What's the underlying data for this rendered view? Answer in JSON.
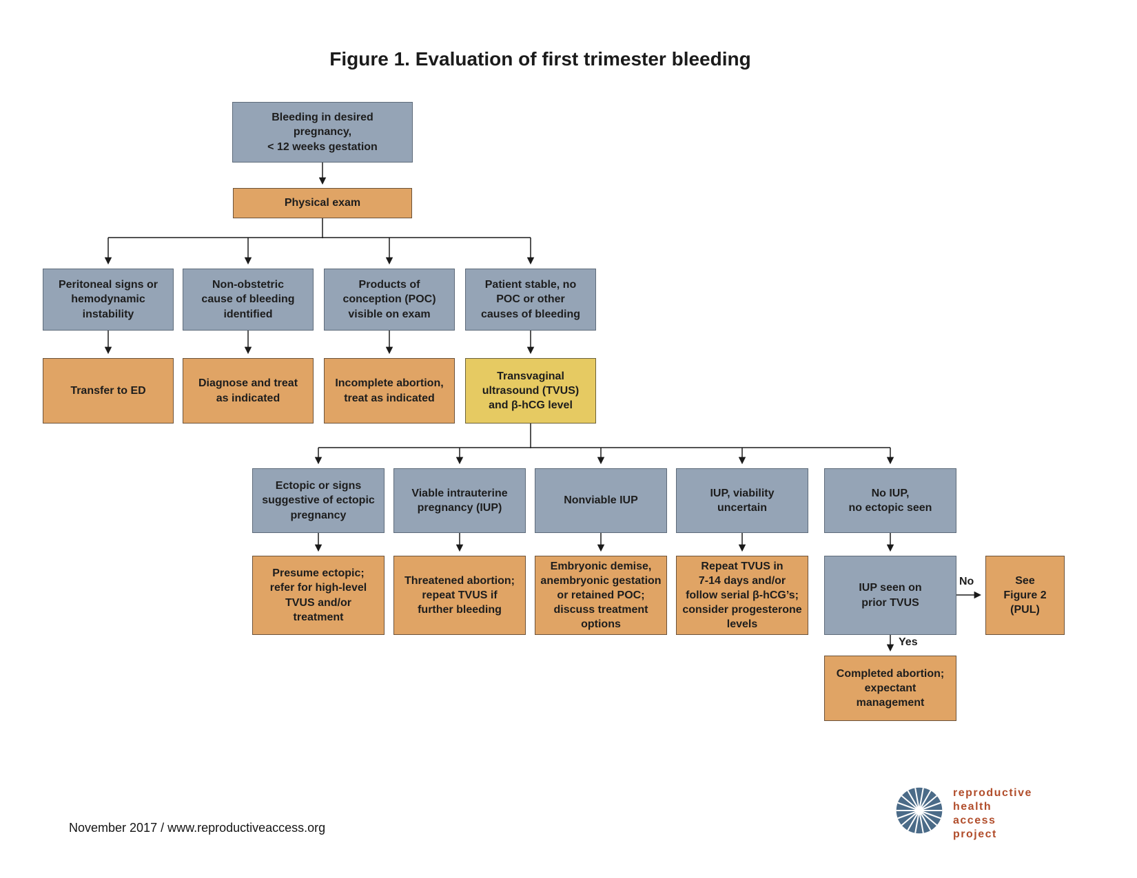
{
  "title": "Figure 1. Evaluation of first trimester bleeding",
  "nodes": {
    "start": "Bleeding in desired\npregnancy,\n< 12 weeks gestation",
    "physical_exam": "Physical exam",
    "peritoneal": "Peritoneal signs or\nhemodynamic\ninstability",
    "non_obstetric": "Non-obstetric\ncause of bleeding\nidentified",
    "poc_visible": "Products of\nconception (POC)\nvisible on exam",
    "patient_stable": "Patient stable, no\nPOC or other\ncauses of bleeding",
    "transfer_ed": "Transfer to ED",
    "diagnose_treat": "Diagnose and treat\nas indicated",
    "incomplete_abortion": "Incomplete abortion,\ntreat as indicated",
    "tvus": "Transvaginal\nultrasound (TVUS)\nand β-hCG level",
    "ectopic": "Ectopic or signs\nsuggestive of ectopic\npregnancy",
    "viable_iup": "Viable intrauterine\npregnancy (IUP)",
    "nonviable_iup": "Nonviable IUP",
    "iup_uncertain": "IUP, viability\nuncertain",
    "no_iup": "No IUP,\nno ectopic seen",
    "presume_ectopic": "Presume ectopic;\nrefer for high-level\nTVUS and/or\ntreatment",
    "threatened_abortion": "Threatened abortion;\nrepeat TVUS if\nfurther bleeding",
    "embryonic_demise": "Embryonic demise,\nanembryonic gestation\nor retained POC;\ndiscuss treatment options",
    "repeat_tvus": "Repeat TVUS in\n7-14 days and/or\nfollow serial β-hCG’s;\nconsider progesterone\nlevels",
    "iup_seen_prior": "IUP seen on\nprior TVUS",
    "see_figure2": "See\nFigure 2\n(PUL)",
    "completed_abortion": "Completed abortion;\nexpectant\nmanagement"
  },
  "edge_labels": {
    "no": "No",
    "yes": "Yes"
  },
  "footer": {
    "text": "November 2017 / www.reproductiveaccess.org"
  },
  "logo": {
    "lines": [
      "reproductive",
      "health",
      "access",
      "project"
    ]
  },
  "colors": {
    "blue_box": "#95a4b6",
    "blue_border": "#5d6a79",
    "orange_box": "#e0a465",
    "orange_border": "#6b5138",
    "yellow_box": "#e6ca62",
    "yellow_border": "#6b6138",
    "connector_line": "#1a1a1a",
    "box_text": "#1d1d1d",
    "logo_circle": "#4b6b88",
    "logo_text": "#b14d2b"
  }
}
